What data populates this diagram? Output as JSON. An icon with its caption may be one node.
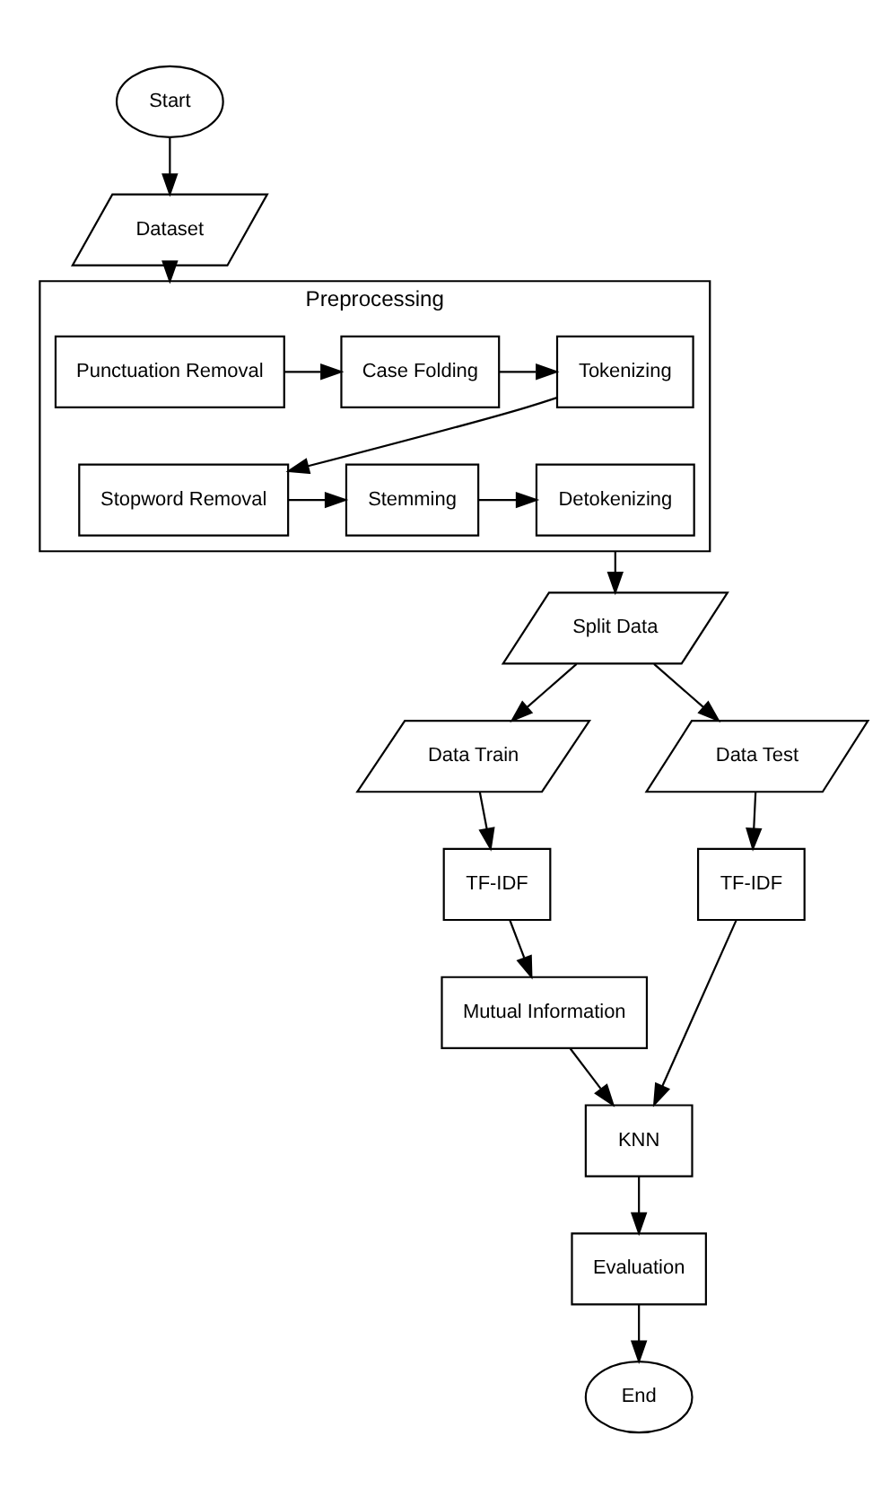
{
  "diagram": {
    "nodes": [
      {
        "text": [
          "Start"
        ]
      },
      {
        "text": [
          "Dataset"
        ]
      },
      {
        "text": [
          "Preprocessing"
        ]
      },
      {
        "text": [
          "Punctuation Removal"
        ],
        "in": 2
      },
      {
        "text": [
          "Case Folding"
        ],
        "in": 2
      },
      {
        "text": [
          "Tokenizing"
        ],
        "in": 2
      },
      {
        "text": [
          "Stopword Removal"
        ],
        "in": 2
      },
      {
        "text": [
          "Stemming"
        ],
        "in": 2
      },
      {
        "text": [
          "Detokenizing"
        ],
        "in": 2
      },
      {
        "text": [
          "Split Data"
        ]
      },
      {
        "text": [
          "Data Train"
        ]
      },
      {
        "text": [
          "Data Test"
        ]
      },
      {
        "text": [
          "TF-IDF"
        ]
      },
      {
        "text": [
          "TF-IDF"
        ]
      },
      {
        "text": [
          "Mutual Information"
        ]
      },
      {
        "text": [
          "KNN"
        ]
      },
      {
        "text": [
          "Evaluation"
        ]
      },
      {
        "text": [
          "End"
        ]
      }
    ],
    "edges": [
      {
        "from": 0,
        "to": 1,
        "arrow": "to"
      },
      {
        "from": 1,
        "to": 2,
        "arrow": "to"
      },
      {
        "from": 3,
        "to": 4,
        "arrow": "to"
      },
      {
        "from": 4,
        "to": 5,
        "arrow": "to"
      },
      {
        "from": 5,
        "to": 6,
        "arrow": "to"
      },
      {
        "from": 6,
        "to": 7,
        "arrow": "to"
      },
      {
        "from": 7,
        "to": 8,
        "arrow": "to"
      },
      {
        "from": 2,
        "to": 9,
        "arrow": "to"
      },
      {
        "from": 9,
        "to": 10,
        "arrow": "to"
      },
      {
        "from": 9,
        "to": 11,
        "arrow": "to"
      },
      {
        "from": 10,
        "to": 12,
        "arrow": "to"
      },
      {
        "from": 11,
        "to": 13,
        "arrow": "to"
      },
      {
        "from": 12,
        "to": 14,
        "arrow": "to"
      },
      {
        "from": 14,
        "to": 15,
        "arrow": "to"
      },
      {
        "from": 13,
        "to": 15,
        "arrow": "to"
      },
      {
        "from": 15,
        "to": 16,
        "arrow": "to"
      },
      {
        "from": 16,
        "to": 17,
        "arrow": "to"
      }
    ]
  }
}
